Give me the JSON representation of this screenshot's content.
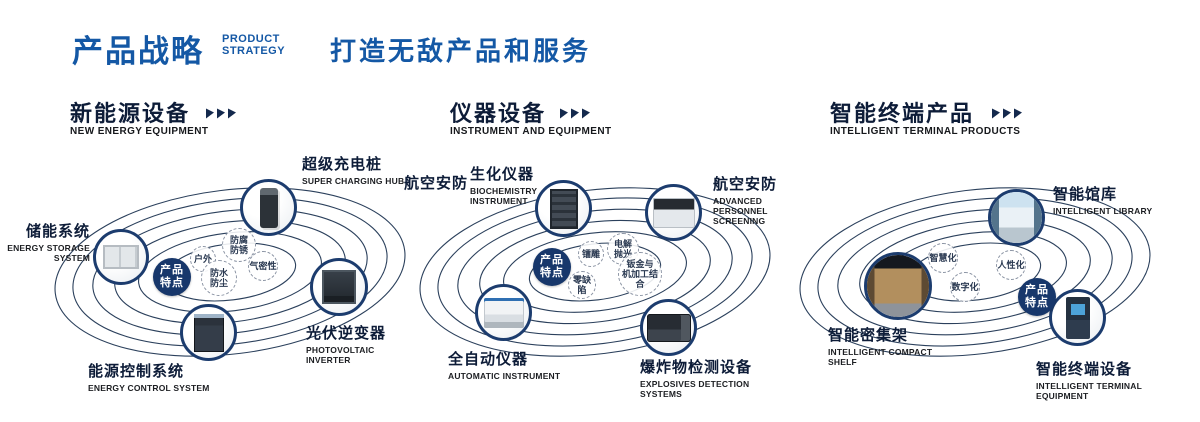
{
  "header": {
    "title": "产品战略",
    "subtitle_line1": "PRODUCT",
    "subtitle_line2": "STRATEGY",
    "slogan": "打造无敌产品和服务"
  },
  "colors": {
    "accent_blue": "#1458a5",
    "navy": "#17376b",
    "title_dark": "#0d1c38"
  },
  "sections": [
    {
      "title": "新能源设备",
      "subtitle": "NEW ENERGY EQUIPMENT",
      "badge": "产品特点",
      "features": [
        [
          "户外"
        ],
        [
          "防腐",
          "防锈"
        ],
        [
          "气密性"
        ],
        [
          "防水",
          "防尘"
        ]
      ],
      "products": [
        {
          "name": "储能系统",
          "en": "ENERGY STORAGE SYSTEM"
        },
        {
          "name": "超级充电桩",
          "en": "SUPER CHARGING HUB"
        },
        {
          "name": "光伏逆变器",
          "en": "PHOTOVOLTAIC INVERTER"
        },
        {
          "name": "能源控制系统",
          "en": "ENERGY CONTROL SYSTEM"
        }
      ]
    },
    {
      "title": "仪器设备",
      "subtitle": "INSTRUMENT AND EQUIPMENT",
      "badge": "产品特点",
      "extra_label": "航空安防",
      "features": [
        [
          "镭雕"
        ],
        [
          "电解",
          "抛光"
        ],
        [
          "零缺陷"
        ],
        [
          "钣金与",
          "机加工结合"
        ]
      ],
      "products": [
        {
          "name": "生化仪器",
          "en": "BIOCHEMISTRY INSTRUMENT"
        },
        {
          "name": "航空安防",
          "en": "ADVANCED PERSONNEL SCREENING"
        },
        {
          "name": "全自动仪器",
          "en": "AUTOMATIC INSTRUMENT"
        },
        {
          "name": "爆炸物检测设备",
          "en": "EXPLOSIVES DETECTION SYSTEMS"
        }
      ]
    },
    {
      "title": "智能终端产品",
      "subtitle": "INTELLIGENT TERMINAL PRODUCTS",
      "badge": "产品特点",
      "features": [
        [
          "智慧化"
        ],
        [
          "人性化"
        ],
        [
          "数字化"
        ]
      ],
      "products": [
        {
          "name": "智能馆库",
          "en": "INTELLIGENT LIBRARY"
        },
        {
          "name": "智能密集架",
          "en": "INTELLIGENT COMPACT SHELF"
        },
        {
          "name": "智能终端设备",
          "en": "INTELLIGENT TERMINAL EQUIPMENT"
        }
      ]
    }
  ]
}
